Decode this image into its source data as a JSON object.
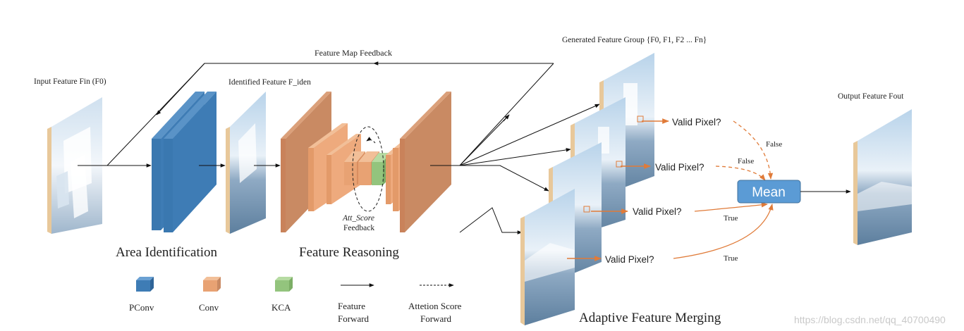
{
  "labels": {
    "input_feature": "Input Feature Fin (F0)",
    "identified_feature": "Identified Feature F_iden",
    "feedback": "Feature Map Feedback",
    "generated_group": "Generated Feature Group {F0, F1, F2 ... Fn}",
    "output_feature": "Output Feature Fout",
    "area_identification": "Area Identification",
    "feature_reasoning": "Feature Reasoning",
    "adaptive_merging": "Adaptive Feature Merging",
    "att_score": "Att_Score",
    "att_feedback": "Feedback",
    "mean": "Mean",
    "valid_pixel_1": "Valid Pixel?",
    "valid_pixel_2": "Valid Pixel?",
    "valid_pixel_3": "Valid Pixel?",
    "valid_pixel_4": "Valid Pixel?",
    "false_1": "False",
    "false_2": "False",
    "true_1": "True",
    "true_2": "True",
    "watermark": "https://blog.csdn.net/qq_40700490"
  },
  "legend": {
    "pconv": "PConv",
    "conv": "Conv",
    "kca": "KCA",
    "forward_line1": "Feature",
    "forward_line2": "Forward",
    "attention_line1": "Attetion Score",
    "attention_line2": "Forward"
  },
  "colors": {
    "pconv": "#3e7cb5",
    "conv": "#e8a273",
    "conv_dark": "#c98a63",
    "kca": "#93c47d",
    "mean": "#5b9bd5",
    "orange_arrow": "#e07b39"
  }
}
